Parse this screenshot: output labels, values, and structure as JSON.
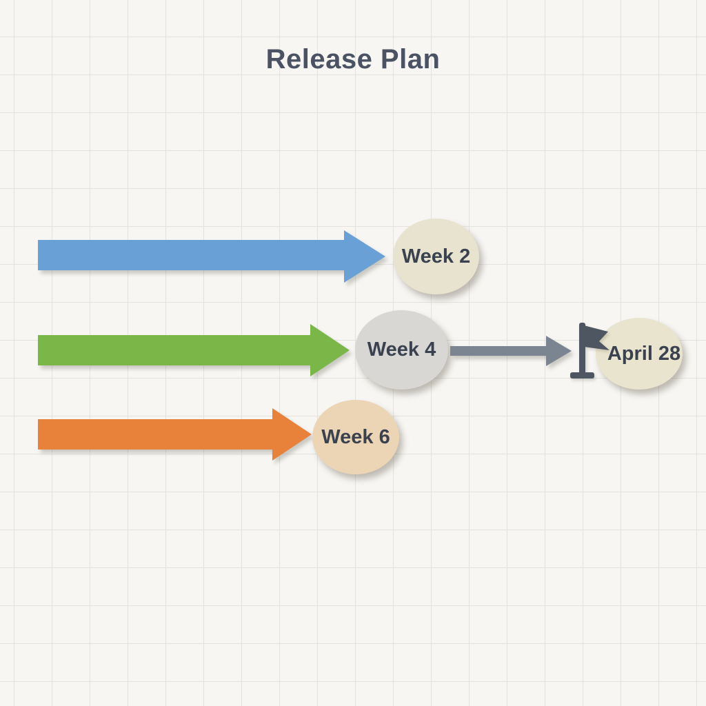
{
  "title": "Release Plan",
  "style": {
    "background_color": "#f7f6f3",
    "grid_line_color": "#e3e2df",
    "title_color": "#4b5263",
    "label_color": "#3a414f"
  },
  "timeline": {
    "rows": [
      {
        "id": "week-2",
        "label": "Week 2",
        "arrow_color": "#69a1d6",
        "node_color": "#e7e3cf"
      },
      {
        "id": "week-4",
        "label": "Week 4",
        "arrow_color": "#7ab648",
        "node_color": "#d8d7d4"
      },
      {
        "id": "week-6",
        "label": "Week 6",
        "arrow_color": "#e8813a",
        "node_color": "#ecd5b4"
      }
    ],
    "milestone": {
      "label": "April 28",
      "node_color": "#e9e4ce",
      "connector_color": "#7b8591",
      "flag_color": "#4e5761",
      "flag_icon": "milestone-flag"
    }
  }
}
